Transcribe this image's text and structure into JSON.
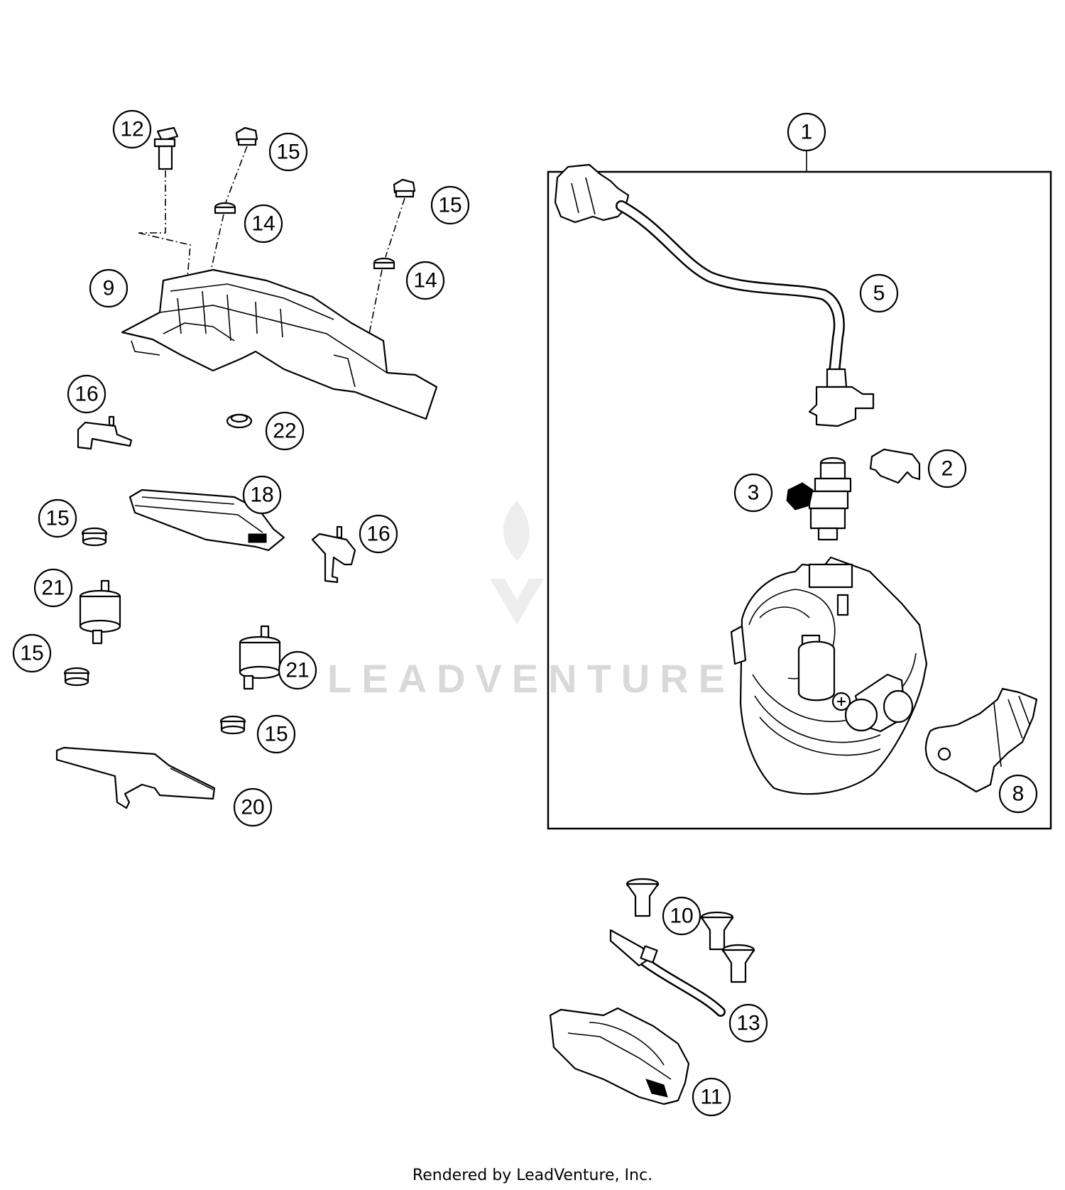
{
  "watermark": {
    "text": "LEADVENTURE"
  },
  "footer": {
    "text": "Rendered by LeadVenture, Inc."
  },
  "assembly_label": "1",
  "callouts": {
    "c12": "12",
    "c15a": "15",
    "c15b": "15",
    "c14a": "14",
    "c14b": "14",
    "c9": "9",
    "c16a": "16",
    "c22": "22",
    "c18": "18",
    "c15c": "15",
    "c16b": "16",
    "c21a": "21",
    "c15d": "15",
    "c21b": "21",
    "c15e": "15",
    "c20": "20",
    "c5": "5",
    "c2": "2",
    "c3": "3",
    "c8": "8",
    "c10": "10",
    "c13": "13",
    "c11": "11"
  },
  "colors": {
    "line": "#000000",
    "background": "#ffffff",
    "watermark": "#d9d9d9"
  }
}
